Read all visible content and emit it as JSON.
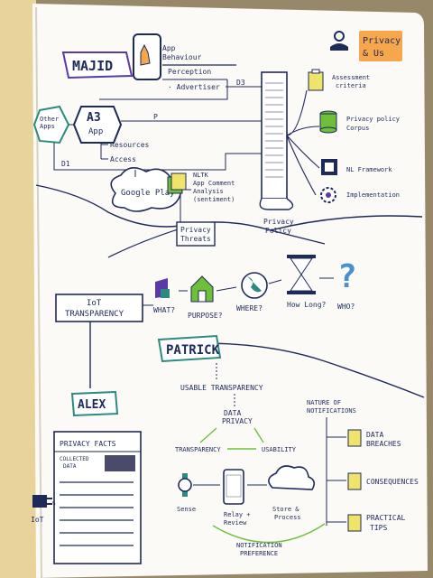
{
  "photo": {
    "subject": "hand-drawn sketchnote notebook page"
  },
  "corner_note": {
    "line1": "Privacy",
    "line2": "& Us"
  },
  "majid": {
    "name": "MAJID",
    "app_behaviour": [
      "App",
      "Behaviour"
    ],
    "perception": "Perception",
    "advertiser": "· Advertiser",
    "a3_app": [
      "A3",
      "App"
    ],
    "other_apps": [
      "Other",
      "Apps"
    ],
    "resources": "Resources",
    "access": "Access",
    "p_label": "P",
    "d1": "D1",
    "d3": "D3",
    "google_play": "Google Play",
    "nltk": [
      "NLTK",
      "App Comment",
      "Analysis",
      "(sentiment)"
    ],
    "privacy_threats": [
      "Privacy",
      "Threats"
    ],
    "privacy_policy": [
      "Privacy",
      "Policy"
    ]
  },
  "policy_branches": [
    {
      "lines": [
        "Assessment",
        "criteria"
      ],
      "icon": "clipboard-icon"
    },
    {
      "lines": [
        "Privacy policy",
        "Corpus"
      ],
      "icon": "database-icon"
    },
    {
      "lines": [
        "NL Framework"
      ],
      "icon": "chip-icon"
    },
    {
      "lines": [
        "Implementation"
      ],
      "icon": "gear-icon"
    }
  ],
  "iot": {
    "title": [
      "IoT",
      "TRANSPARENCY"
    ],
    "what": "WHAT?",
    "purpose": "PURPOSE?",
    "where": "WHERE?",
    "how_long": "How Long?",
    "who": "WHO?"
  },
  "patrick": {
    "name": "PATRICK",
    "usable_transparency": "USABLE TRANSPARENCY",
    "data_privacy": [
      "DATA",
      "PRIVACY"
    ],
    "transparency": "TRANSPARENCY",
    "usability": "USABILITY",
    "sense": "Sense",
    "relay_review": [
      "Relay +",
      "Review"
    ],
    "store_process": [
      "Store &",
      "Process"
    ],
    "notification_preference": [
      "NOTIFICATION",
      "PREFERENCE"
    ],
    "nature_title": [
      "NATURE OF",
      "NOTIFICATIONS"
    ],
    "nature_items": [
      {
        "lines": [
          "DATA",
          "BREACHES"
        ]
      },
      {
        "lines": [
          "CONSEQUENCES"
        ]
      },
      {
        "lines": [
          "PRACTICAL",
          "TIPS"
        ]
      }
    ]
  },
  "alex": {
    "name": "ALEX",
    "facts_title": "PRIVACY FACTS",
    "collected": [
      "COLLECTED",
      "DATA"
    ],
    "iot_label": "IoT"
  },
  "colors": {
    "ink": "#1e2a5a",
    "teal": "#2c8a80",
    "green": "#6fbf3a",
    "yellow": "#f0e36a",
    "orange": "#f6a64b",
    "purple": "#5b3aa8",
    "paper": "#fbfaf6"
  }
}
